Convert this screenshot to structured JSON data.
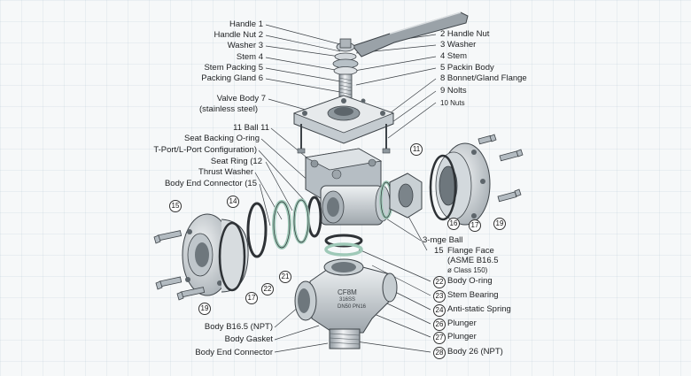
{
  "left_labels": [
    {
      "id": "l1",
      "text": "Handle 1"
    },
    {
      "id": "l2",
      "text": "Handle Nut 2"
    },
    {
      "id": "l3",
      "text": "Washer 3"
    },
    {
      "id": "l4",
      "text": "Stem 4"
    },
    {
      "id": "l5",
      "text": "Stem Packing 5"
    },
    {
      "id": "l6",
      "text": "Packing Gland 6"
    },
    {
      "id": "l7",
      "text": "Valve Body 7"
    },
    {
      "id": "l7b",
      "text": "(stainless steel)"
    },
    {
      "id": "l11",
      "text": "11 Ball 11"
    },
    {
      "id": "l12",
      "text": "Seat Backing O-ring"
    },
    {
      "id": "l13",
      "text": "T-Port/L-Port Configuration)"
    },
    {
      "id": "l14",
      "text": "Seat Ring (12"
    },
    {
      "id": "l15",
      "text": "Thrust Washer"
    },
    {
      "id": "l16",
      "text": "Body End Connector (15"
    }
  ],
  "right_labels": [
    {
      "id": "r2",
      "text": "2 Handle Nut"
    },
    {
      "id": "r3",
      "text": "3 Washer"
    },
    {
      "id": "r4",
      "text": "4 Stem"
    },
    {
      "id": "r5",
      "text": "5 Packin Body"
    },
    {
      "id": "r8",
      "text": "8 Bonnet/Gland Flange"
    },
    {
      "id": "r9",
      "text": "9 Nolts"
    },
    {
      "id": "r10",
      "text": "10 Nuts"
    }
  ],
  "mid_labels": [
    {
      "id": "m1",
      "text": "3-mge Ball"
    },
    {
      "id": "m2",
      "text": "Flange Face"
    },
    {
      "id": "m3",
      "text": "(ASME B16.5"
    },
    {
      "id": "m4",
      "text": "ø Class 150)"
    }
  ],
  "bottom_right_labels": [
    {
      "id": "b22",
      "num": "22",
      "text": "Body O-ring"
    },
    {
      "id": "b23",
      "num": "23",
      "text": "Stem Bearing"
    },
    {
      "id": "b24",
      "num": "24",
      "text": "Anti-static Spring"
    },
    {
      "id": "b26",
      "num": "26",
      "text": "Plunger"
    },
    {
      "id": "b27",
      "num": "27",
      "text": "Plunger"
    },
    {
      "id": "b28",
      "num": "28",
      "text": "Body 26 (NPT)"
    }
  ],
  "bottom_left_labels": [
    {
      "id": "bl1",
      "text": "Body B16.5 (NPT)"
    },
    {
      "id": "bl2",
      "text": "Body Gasket"
    },
    {
      "id": "bl3",
      "text": "Body End Connector"
    }
  ],
  "circled_numbers": {
    "n11": "11",
    "n15a": "15",
    "n14": "14",
    "n22": "22",
    "n21": "21",
    "n17a": "17",
    "n19a": "19",
    "n16": "16",
    "n17b": "17",
    "n19b": "19",
    "n15b": "15"
  },
  "body_marking": {
    "line1": "CF8M",
    "line2": "316SS",
    "line3": "DN50 PN16"
  },
  "colors": {
    "steel_light": "#e4e8eb",
    "steel_mid": "#b9c0c6",
    "steel_dark": "#7c858c",
    "gasket_green": "#9fc9b8",
    "gasket_dark": "#2e3236",
    "handle": "#8d959b"
  }
}
